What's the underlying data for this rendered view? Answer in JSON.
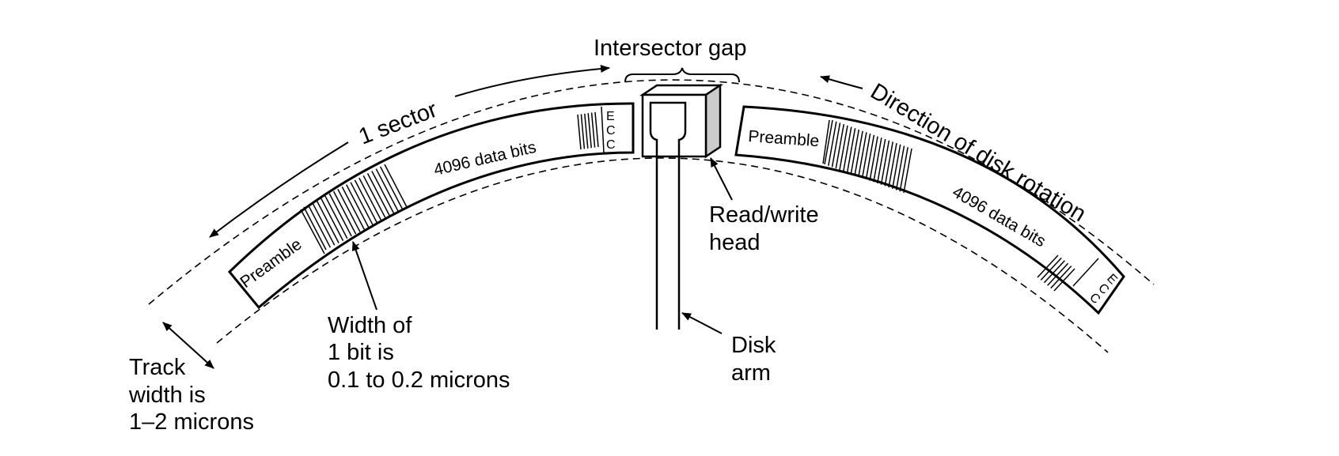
{
  "labels": {
    "intersector_gap": "Intersector gap",
    "one_sector": "1 sector",
    "direction": "Direction of disk rotation",
    "read_write_head": [
      "Read/write",
      "head"
    ],
    "disk_arm": [
      "Disk",
      "arm"
    ],
    "bit_width": [
      "Width of",
      "1 bit is",
      "0.1 to 0.2 microns"
    ],
    "track_width": [
      "Track",
      "width is",
      "1–2 microns"
    ]
  },
  "sectors": [
    {
      "preamble": "Preamble",
      "data": "4096 data bits",
      "ecc": [
        "E",
        "C",
        "C"
      ]
    },
    {
      "preamble": "Preamble",
      "data": "4096 data bits",
      "ecc": [
        "E",
        "C",
        "C"
      ]
    }
  ],
  "colors": {
    "ink": "#000000",
    "head_side": "#cccccc",
    "background": "#ffffff"
  }
}
